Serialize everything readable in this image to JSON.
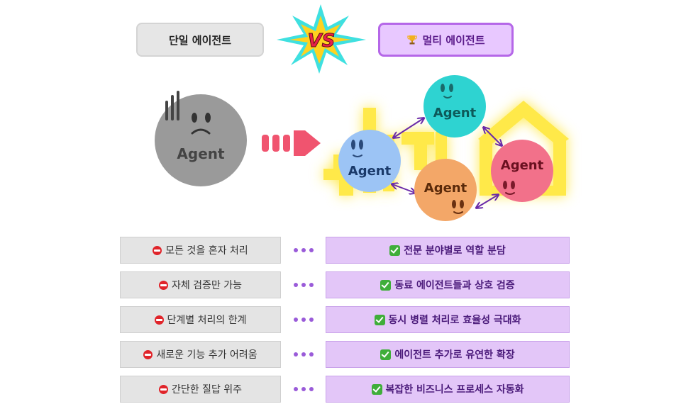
{
  "header": {
    "single_label": "단일 에이전트",
    "vs_label": "VS",
    "multi_label": "멀티 에이전트",
    "multi_icon": "trophy-icon"
  },
  "single_agent": {
    "label": "Agent",
    "color": "#9a9a9a"
  },
  "multi_agents": [
    {
      "label": "Agent",
      "color": "#2ed3d1",
      "text_color": "#0d5a5a"
    },
    {
      "label": "Agent",
      "color": "#9cc4f5",
      "text_color": "#1a3a6a"
    },
    {
      "label": "Agent",
      "color": "#f3a768",
      "text_color": "#5a2a0a"
    },
    {
      "label": "Agent",
      "color": "#f2718a",
      "text_color": "#6a1020"
    }
  ],
  "colors": {
    "arrow": "#f0546f",
    "connector": "#6a2aa8",
    "glow": "#ffe94a",
    "vs_burst": "#3fe0e0",
    "vs_inner": "#ffd21f",
    "vs_text": "#e8204a"
  },
  "comparison": {
    "single": [
      "모든 것을 혼자 처리",
      "자체 검증만 가능",
      "단계별 처리의 한계",
      "새로운 기능 추가 어려움",
      "간단한 질답 위주"
    ],
    "multi": [
      "전문 분야별로 역할 분담",
      "동료 에이전트들과 상호 검증",
      "동시 병렬 처리로 효율성 극대화",
      "에이전트 추가로 유연한 확장",
      "복잡한 비즈니스 프로세스 자동화"
    ]
  }
}
